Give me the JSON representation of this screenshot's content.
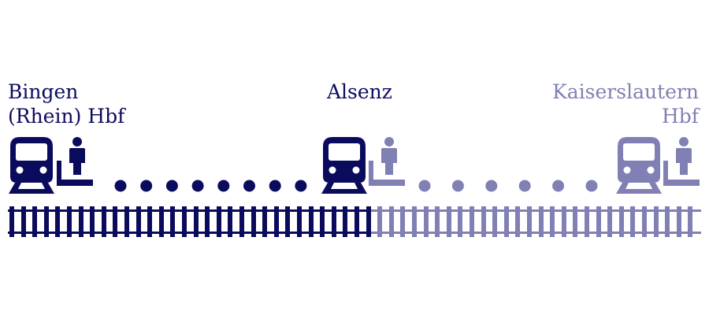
{
  "colors": {
    "traveled": "#0b0b5e",
    "remaining": "#8080b4"
  },
  "stations": {
    "start": {
      "line1": "Bingen",
      "line2": "(Rhein) Hbf"
    },
    "middle": {
      "name": "Alsenz"
    },
    "end": {
      "line1": "Kaiserslautern",
      "line2": "Hbf"
    }
  },
  "icons": {
    "train": "train-front-icon",
    "person": "waiting-person-icon"
  },
  "progress": {
    "segments_completed": 1,
    "segments_total": 2,
    "dots_completed_segment": 8,
    "dots_remaining_segment": 6
  }
}
